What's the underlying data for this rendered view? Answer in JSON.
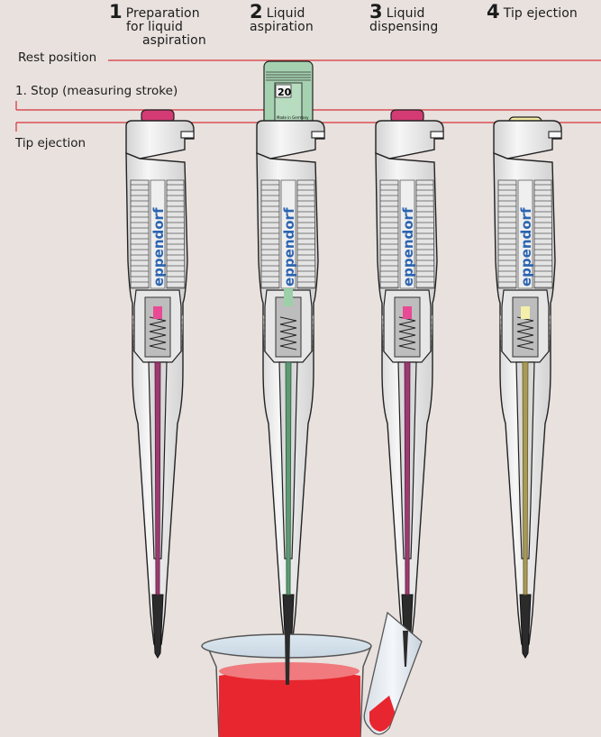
{
  "steps": [
    {
      "number": "1",
      "title_l1": "Preparation",
      "title_l2": "for liquid",
      "title_l3": "aspiration"
    },
    {
      "number": "2",
      "title_l1": "Liquid",
      "title_l2": "aspiration"
    },
    {
      "number": "3",
      "title_l1": "Liquid",
      "title_l2": "dispensing"
    },
    {
      "number": "4",
      "title_l1": "Tip ejection"
    }
  ],
  "positions": {
    "rest": "Rest position",
    "stop1": "1. Stop (measuring stroke)",
    "ejection": "Tip ejection"
  },
  "brand": "eppendorf",
  "volume_display": "20",
  "made_in": "Made in Germany",
  "colors": {
    "background": "#e8e1de",
    "position_lines": "#d6333a",
    "pink_button": "#d43a73",
    "green_button": "#a5d1b0",
    "yellow_button": "#f2eaa0",
    "liquid_red": "#e8262f",
    "brand_blue": "#2b64b0"
  }
}
